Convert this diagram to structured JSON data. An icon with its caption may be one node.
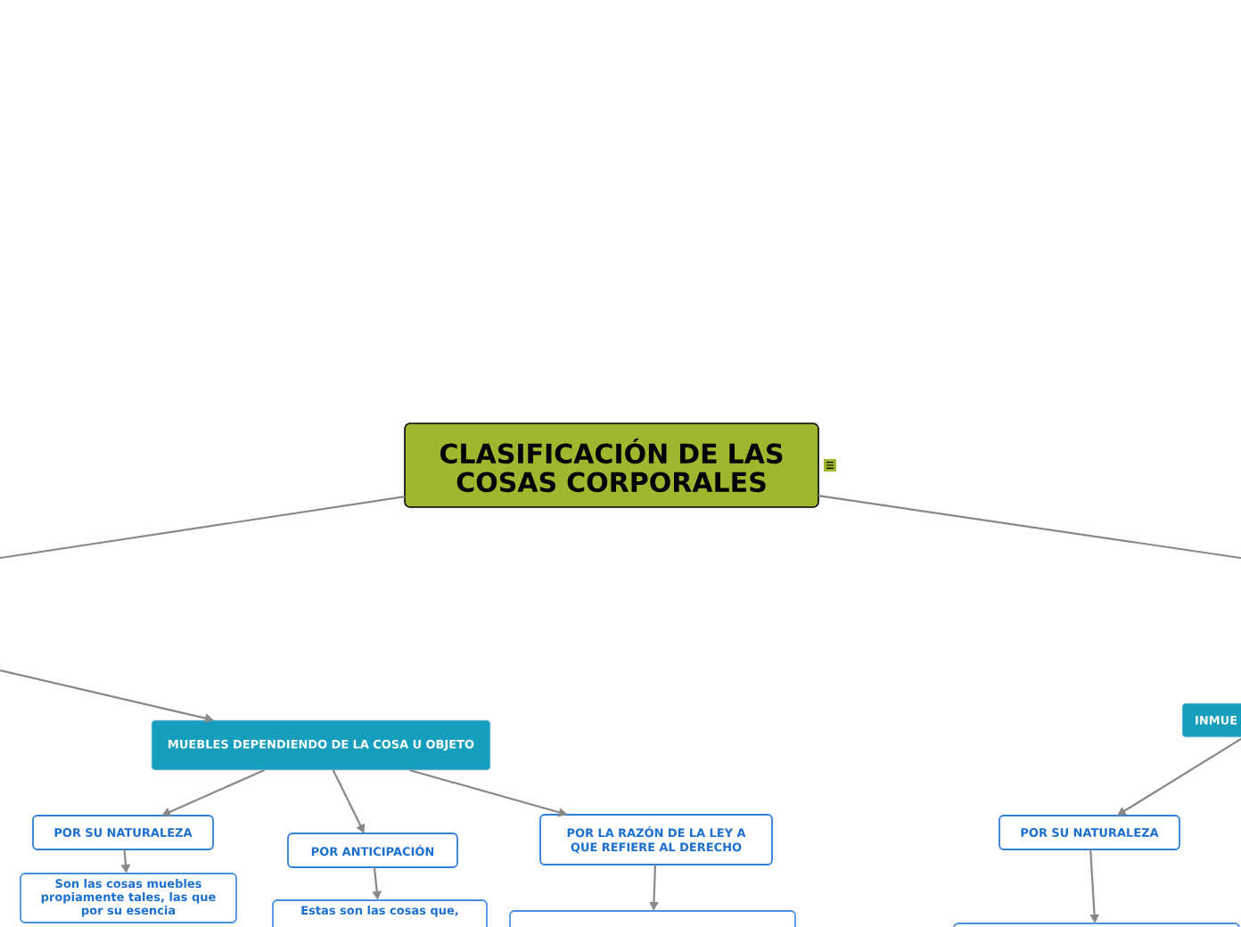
{
  "diagram": {
    "nodes": [
      {
        "text": [
          "CLASIFICACIÓN DE LAS COSAS CORPORALES"
        ]
      },
      {
        "text": [
          "MUEBLES DEPENDIENDO DE LA COSA U OBJETO"
        ]
      },
      {
        "text": [
          "POR SU NATURALEZA"
        ]
      },
      {
        "text": [
          "POR ANTICIPACIÓN"
        ]
      },
      {
        "text": [
          "POR LA RAZÓN DE LA LEY A QUE REFIERE AL DERECHO"
        ]
      },
      {
        "text": [
          "Son las cosas muebles propiamente tales, las que por su esencia"
        ]
      },
      {
        "text": [
          "Estas son las cosas que,"
        ]
      },
      {
        "text": [],
        "shape": "box"
      },
      {
        "text": [
          "INMUE"
        ]
      },
      {
        "text": [
          "POR SU NATURALEZA"
        ]
      },
      {
        "text": [],
        "shape": "box"
      }
    ],
    "edges": [
      {
        "from": 0,
        "to": null,
        "arrow": "none"
      },
      {
        "from": null,
        "to": 1,
        "arrow": "to"
      },
      {
        "from": 1,
        "to": 2,
        "arrow": "to"
      },
      {
        "from": 1,
        "to": 3,
        "arrow": "to"
      },
      {
        "from": 1,
        "to": 4,
        "arrow": "to"
      },
      {
        "from": 2,
        "to": 5,
        "arrow": "to"
      },
      {
        "from": 3,
        "to": 6,
        "arrow": "to"
      },
      {
        "from": 4,
        "to": 7,
        "arrow": "to"
      },
      {
        "from": 0,
        "to": null,
        "arrow": "none"
      },
      {
        "from": 8,
        "to": 9,
        "arrow": "to"
      },
      {
        "from": 9,
        "to": 10,
        "arrow": "to"
      }
    ]
  }
}
